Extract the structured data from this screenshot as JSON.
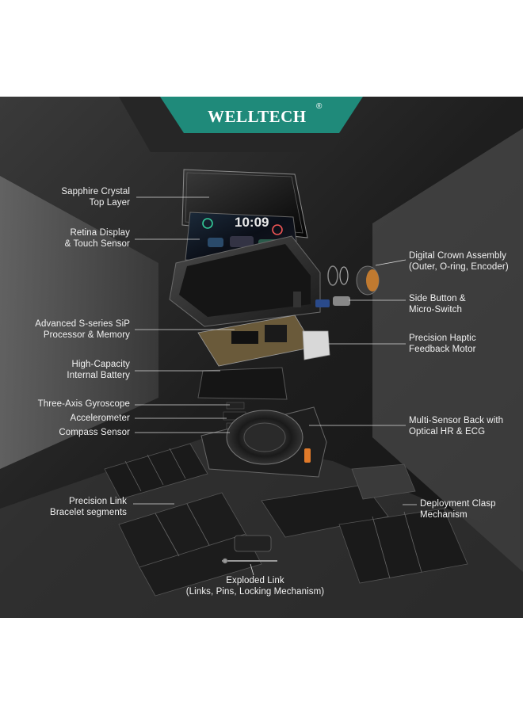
{
  "brand": {
    "name": "WELLTECH",
    "mark": "®"
  },
  "colors": {
    "tab": "#1f8a7a",
    "accent_orange": "#e07a2a",
    "background": "#2a2a2a"
  },
  "watch_screen": {
    "time": "10:09"
  },
  "callouts_left": [
    {
      "lines": [
        "Sapphire Crystal",
        "Top Layer"
      ]
    },
    {
      "lines": [
        "Retina Display",
        "& Touch Sensor"
      ]
    },
    {
      "lines": [
        "Advanced S-series SiP",
        "Processor & Memory"
      ]
    },
    {
      "lines": [
        "High-Capacity",
        "Internal Battery"
      ]
    },
    {
      "lines": [
        "Three-Axis Gyroscope"
      ]
    },
    {
      "lines": [
        "Accelerometer"
      ]
    },
    {
      "lines": [
        "Compass Sensor"
      ]
    },
    {
      "lines": [
        "Precision Link",
        "Bracelet segments"
      ]
    }
  ],
  "callouts_right": [
    {
      "lines": [
        "Digital Crown Assembly",
        "(Outer, O-ring, Encoder)"
      ]
    },
    {
      "lines": [
        "Side Button &",
        "Micro-Switch"
      ]
    },
    {
      "lines": [
        "Precision Haptic",
        "Feedback Motor"
      ]
    },
    {
      "lines": [
        "Multi-Sensor Back with",
        "Optical HR & ECG"
      ]
    },
    {
      "lines": [
        "Deployment Clasp",
        "Mechanism"
      ]
    }
  ],
  "callout_bottom": {
    "lines": [
      "Exploded Link",
      "(Links, Pins, Locking Mechanism)"
    ]
  }
}
